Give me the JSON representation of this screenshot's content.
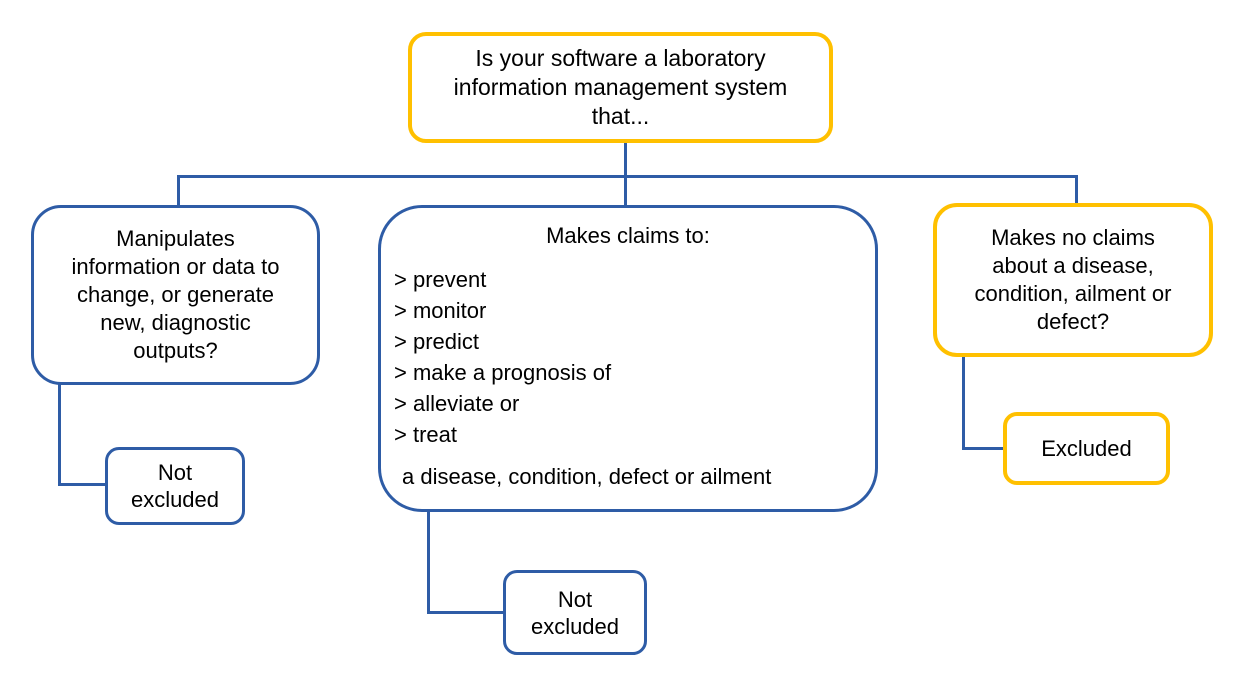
{
  "colors": {
    "blue": "#2E5CA6",
    "orange": "#FFC000",
    "text": "#000000",
    "canvas_bg": "#FFFFFF"
  },
  "flowchart": {
    "root": {
      "text": "Is your software a laboratory\ninformation management system\nthat..."
    },
    "branches": [
      {
        "question": "Manipulates\ninformation or data to\nchange, or generate\nnew, diagnostic\noutputs?",
        "outcome": "Not\nexcluded",
        "border_color": "#2E5CA6"
      },
      {
        "header": "Makes claims to:",
        "items": [
          "> prevent",
          "> monitor",
          "> predict",
          "> make a prognosis of",
          "> alleviate or",
          "> treat"
        ],
        "footer": "a disease, condition, defect or ailment",
        "outcome": "Not\nexcluded",
        "border_color": "#2E5CA6"
      },
      {
        "question": "Makes no claims\nabout a disease,\ncondition, ailment or\ndefect?",
        "outcome": "Excluded",
        "border_color": "#FFC000"
      }
    ]
  }
}
